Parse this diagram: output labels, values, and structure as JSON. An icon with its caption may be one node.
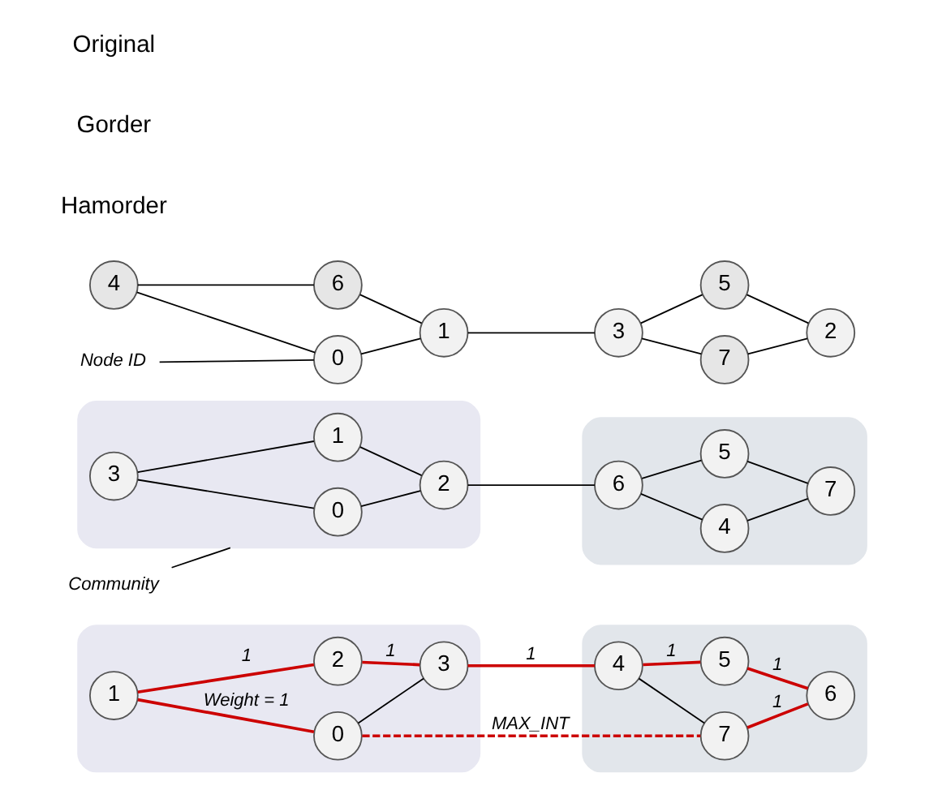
{
  "diagram": {
    "nodes": [
      {
        "text": [
          "Node ID"
        ]
      },
      {
        "text": [
          "0"
        ]
      },
      {
        "text": [
          "4"
        ]
      },
      {
        "text": [
          "1"
        ]
      },
      {
        "text": [
          "6"
        ]
      },
      {
        "text": [
          "3"
        ]
      },
      {
        "text": [
          "7"
        ]
      },
      {
        "text": [
          "2"
        ]
      },
      {
        "text": [
          "5"
        ]
      },
      {
        "text": [
          "Community"
        ]
      },
      {
        "text": [],
        "shape": "cloud"
      },
      {
        "text": [
          "0"
        ],
        "in": 10
      },
      {
        "text": [
          "3"
        ],
        "in": 10
      },
      {
        "text": [
          "2"
        ],
        "in": 10
      },
      {
        "text": [
          "1"
        ],
        "in": 10
      },
      {
        "text": [],
        "shape": "cloud"
      },
      {
        "text": [
          "4"
        ],
        "in": 15
      },
      {
        "text": [
          "6"
        ],
        "in": 15
      },
      {
        "text": [
          "7"
        ],
        "in": 15
      },
      {
        "text": [
          "5"
        ],
        "in": 15
      },
      {
        "text": [],
        "shape": "cloud"
      },
      {
        "text": [
          "0"
        ],
        "in": 20
      },
      {
        "text": [
          "1"
        ],
        "in": 20
      },
      {
        "text": [
          "3"
        ],
        "in": 20
      },
      {
        "text": [
          "2"
        ],
        "in": 20
      },
      {
        "text": [],
        "shape": "cloud"
      },
      {
        "text": [
          "7"
        ],
        "in": 25
      },
      {
        "text": [
          "4"
        ],
        "in": 25
      },
      {
        "text": [
          "6"
        ],
        "in": 25
      },
      {
        "text": [
          "5"
        ],
        "in": 25
      }
    ],
    "edges": [
      {
        "from": 0,
        "to": 1,
        "arrow": "none"
      },
      {
        "from": 2,
        "to": 1,
        "arrow": "none"
      },
      {
        "from": 2,
        "to": 4,
        "arrow": "none"
      },
      {
        "from": 1,
        "to": 3,
        "arrow": "none"
      },
      {
        "from": 4,
        "to": 3,
        "arrow": "none"
      },
      {
        "from": 3,
        "to": 5,
        "arrow": "none"
      },
      {
        "from": 5,
        "to": 6,
        "arrow": "none"
      },
      {
        "from": 5,
        "to": 8,
        "arrow": "none"
      },
      {
        "from": 6,
        "to": 7,
        "arrow": "none"
      },
      {
        "from": 8,
        "to": 7,
        "arrow": "none"
      },
      {
        "from": 9,
        "to": 10,
        "arrow": "none"
      },
      {
        "from": 12,
        "to": 11,
        "arrow": "none"
      },
      {
        "from": 12,
        "to": 14,
        "arrow": "none"
      },
      {
        "from": 11,
        "to": 13,
        "arrow": "none"
      },
      {
        "from": 14,
        "to": 13,
        "arrow": "none"
      },
      {
        "from": 13,
        "to": 17,
        "arrow": "none"
      },
      {
        "from": 17,
        "to": 16,
        "arrow": "none"
      },
      {
        "from": 17,
        "to": 19,
        "arrow": "none"
      },
      {
        "from": 16,
        "to": 18,
        "arrow": "none"
      },
      {
        "from": 19,
        "to": 18,
        "arrow": "none"
      },
      {
        "from": 22,
        "to": 21,
        "arrow": "none",
        "label": "Weight = 1",
        "color": "#cc0000"
      },
      {
        "from": 21,
        "to": 23,
        "arrow": "none"
      },
      {
        "from": 22,
        "to": 24,
        "arrow": "none",
        "label": "1",
        "color": "#cc0000"
      },
      {
        "from": 24,
        "to": 23,
        "arrow": "none",
        "label": "1",
        "color": "#cc0000"
      },
      {
        "from": 23,
        "to": 27,
        "arrow": "none",
        "label": "1",
        "color": "#cc0000"
      },
      {
        "from": 21,
        "to": 26,
        "arrow": "none",
        "label": "MAX_INT",
        "style": "dashed",
        "color": "#cc0000"
      },
      {
        "from": 27,
        "to": 26,
        "arrow": "none"
      },
      {
        "from": 27,
        "to": 29,
        "arrow": "none",
        "label": "1",
        "color": "#cc0000"
      },
      {
        "from": 26,
        "to": 28,
        "arrow": "none",
        "label": "1",
        "color": "#cc0000"
      },
      {
        "from": 29,
        "to": 28,
        "arrow": "none",
        "label": "1",
        "color": "#cc0000"
      }
    ],
    "labels": [
      "Original",
      "Gorder",
      "Hamorder"
    ]
  }
}
